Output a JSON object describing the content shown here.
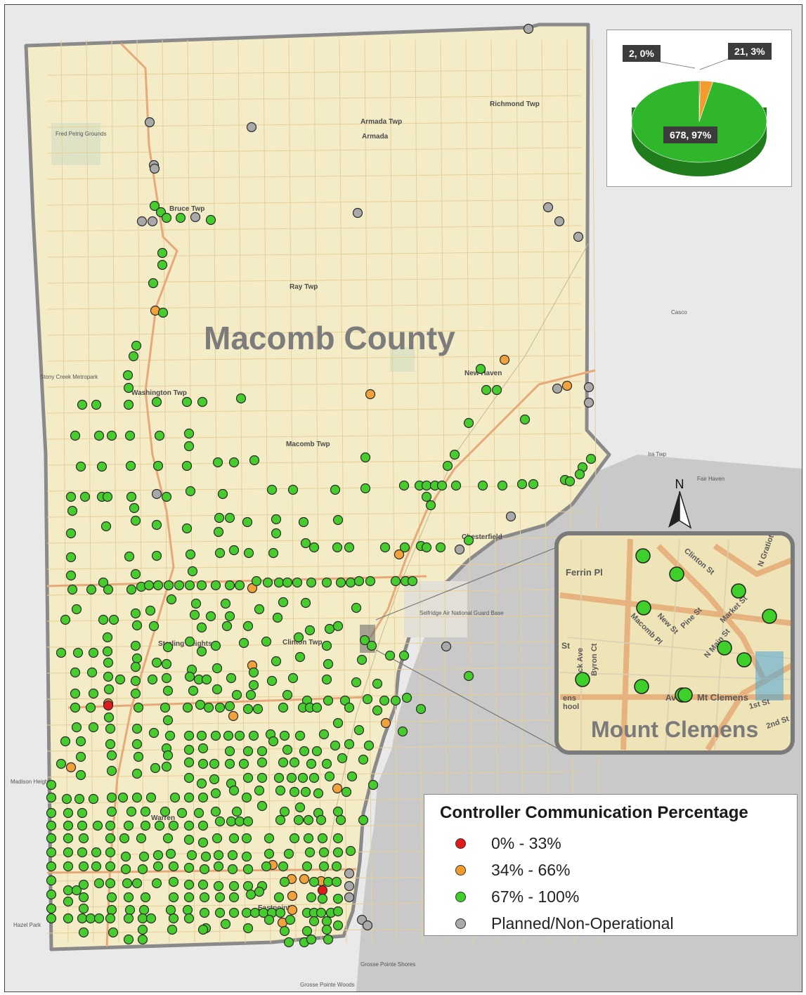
{
  "map": {
    "county_title": "Macomb County",
    "places": [
      "Richmond Twp",
      "Armada Twp",
      "Armada",
      "Bruce Twp",
      "Ray Twp",
      "New Haven",
      "Washington Twp",
      "Macomb Twp",
      "Chesterfield",
      "Clinton Twp",
      "Sterling Heights",
      "Warren",
      "Eastpointe",
      "Casco",
      "Ira Twp",
      "Fair Haven",
      "Selfridge Air National Guard Base",
      "Madison Heights",
      "Hazel Park",
      "Grosse Pointe Shores",
      "Grosse Pointe Woods",
      "Stony Creek Metropark",
      "Fred Petrig Grounds"
    ]
  },
  "pie": {
    "labels": [
      "2, 0%",
      "21, 3%",
      "678, 97%"
    ],
    "colors": [
      "#e11b1b",
      "#f39c2e",
      "#2fb62a"
    ]
  },
  "inset": {
    "title": "Mount Clemens",
    "street_labels": [
      "Ferrin Pl",
      "Clinton St",
      "Market St",
      "N Gratiot",
      "New St",
      "Pine St",
      "Macomb Pl",
      "N Main St",
      "Mack Ave",
      "Byron Ct",
      "Mt Clemens",
      "1st St",
      "2nd St",
      "St",
      "Ave",
      "ens",
      "hool"
    ]
  },
  "north_label": "N",
  "legend": {
    "title": "Controller Communication Percentage",
    "items": [
      {
        "label": "0% - 33%",
        "color": "#e11b1b"
      },
      {
        "label": "34% - 66%",
        "color": "#f39c2e"
      },
      {
        "label": "67% - 100%",
        "color": "#3fcf2a"
      },
      {
        "label": "Planned/Non-Operational",
        "color": "#a9a9a9"
      }
    ]
  },
  "chart_data": {
    "type": "pie",
    "categories": [
      "0% - 33%",
      "34% - 66%",
      "67% - 100%"
    ],
    "values": [
      2,
      21,
      678
    ],
    "percent": [
      0,
      3,
      97
    ]
  }
}
